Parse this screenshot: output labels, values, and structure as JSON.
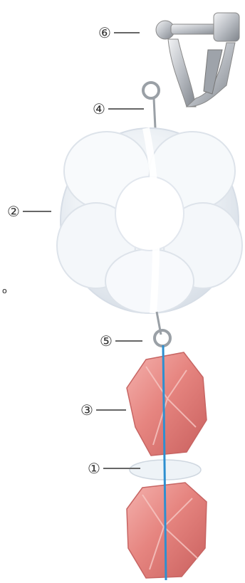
{
  "labels": {
    "one": "①",
    "two": "②",
    "three": "③",
    "four": "④",
    "five": "⑤",
    "six": "⑥"
  },
  "stray_mark": "o",
  "colors": {
    "clip_metal": "#b8bcc2",
    "crystal": "#eef3f8",
    "pink_bead": "#e07a78",
    "thread": "#2e8fd0"
  }
}
